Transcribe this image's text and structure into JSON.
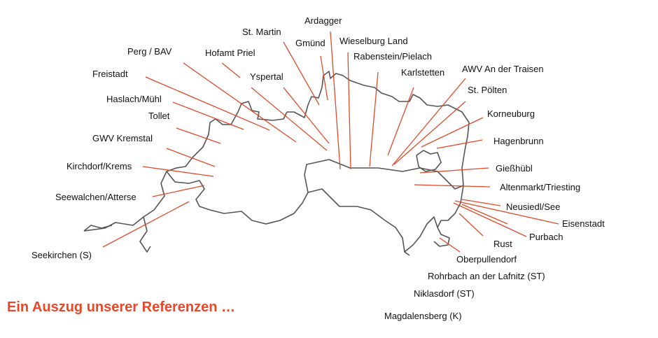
{
  "title": "Ein Auszug unserer Referenzen …",
  "colors": {
    "accent": "#e8472a",
    "line": "#e04a2a",
    "border": "#555555"
  },
  "labels": {
    "ardagger": "Ardagger",
    "st_martin": "St. Martin",
    "gmuend": "Gmünd",
    "wieselburg": "Wieselburg Land",
    "rabenstein": "Rabenstein/Pielach",
    "perg": "Perg / BAV",
    "hofamt": "Hofamt Priel",
    "karlstetten": "Karlstetten",
    "awv": "AWV An der Traisen",
    "freistadt": "Freistadt",
    "yspertal": "Yspertal",
    "st_poelten": "St. Pölten",
    "haslach": "Haslach/Mühl",
    "tollet": "Tollet",
    "korneuburg": "Korneuburg",
    "gwv": "GWV Kremstal",
    "hagenbrunn": "Hagenbrunn",
    "kirchdorf": "Kirchdorf/Krems",
    "giesshuebl": "Gießhübl",
    "altenmarkt": "Altenmarkt/Triesting",
    "seewalchen": "Seewalchen/Atterse",
    "neusiedl": "Neusiedl/See",
    "eisenstadt": "Eisenstadt",
    "purbach": "Purbach",
    "rust": "Rust",
    "seekirchen": "Seekirchen (S)",
    "oberpullendorf": "Oberpullendorf",
    "rohrbach": "Rohrbach an der Lafnitz (ST)",
    "niklasdorf": "Niklasdorf (ST)",
    "magdalensberg": "Magdalensberg (K)"
  }
}
